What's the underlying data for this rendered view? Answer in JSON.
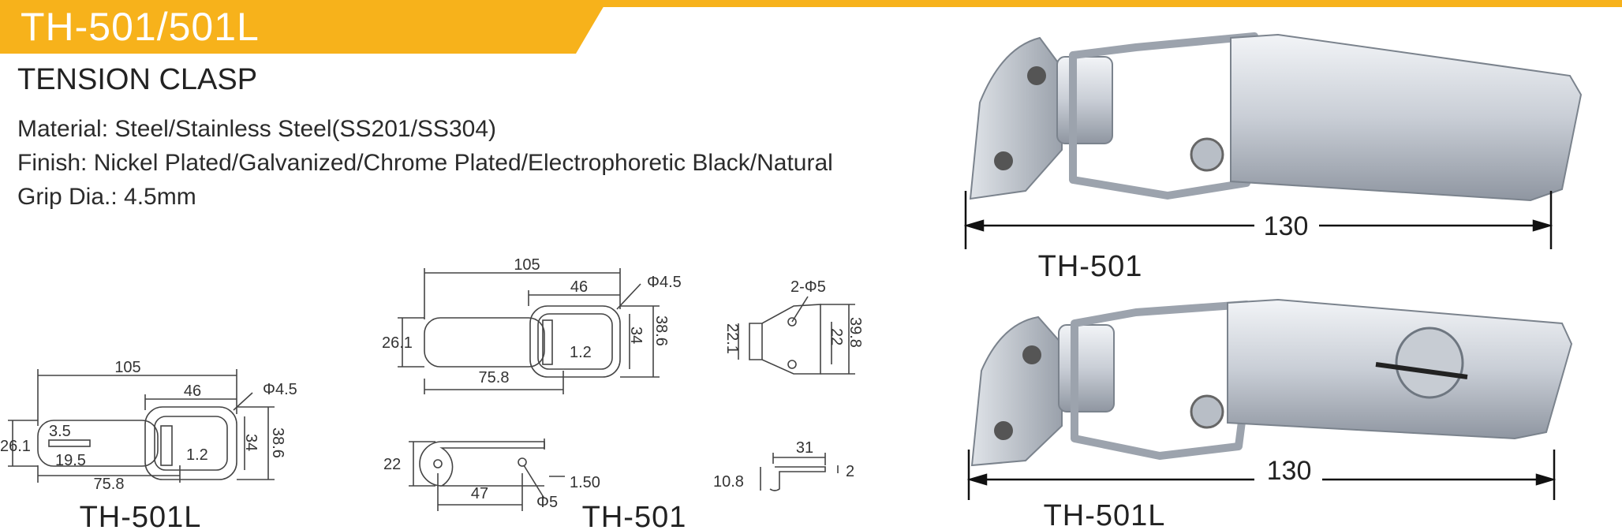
{
  "header": {
    "product_code": "TH-501/501L",
    "band_color": "#f7b21b"
  },
  "product_name": "TENSION CLASP",
  "specs": {
    "material": "Material: Steel/Stainless Steel(SS201/SS304)",
    "finish": "Finish: Nickel Plated/Galvanized/Chrome Plated/Electrophoretic Black/Natural",
    "grip": "Grip Dia.: 4.5mm"
  },
  "drawings": {
    "th501l": {
      "caption": "TH-501L",
      "overall_length": "105",
      "loop_width": "46",
      "wire_dia": "Φ4.5",
      "base_height": "26.1",
      "slot_height": "3.5",
      "slot_length": "19.5",
      "body_length": "75.8",
      "spring_gap": "1.2",
      "inner_height": "34",
      "outer_height": "38.6"
    },
    "th501_top": {
      "overall_length": "105",
      "loop_width": "46",
      "wire_dia": "Φ4.5",
      "base_height": "26.1",
      "body_length": "75.8",
      "spring_gap": "1.2",
      "inner_height": "34",
      "outer_height": "38.6"
    },
    "th501_side": {
      "caption": "TH-501",
      "height": "22",
      "hole_spacing": "47",
      "thickness": "1.50",
      "hole_dia": "Φ5"
    },
    "keeper_plate": {
      "holes": "2-Φ5",
      "left_height": "22.1",
      "hole_spacing": "22",
      "plate_height": "39.8"
    },
    "keeper_side": {
      "length": "31",
      "height": "10.8",
      "thickness": "2"
    }
  },
  "photos": {
    "th501": {
      "caption": "TH-501",
      "length": "130"
    },
    "th501l": {
      "caption": "TH-501L",
      "length": "130"
    }
  }
}
